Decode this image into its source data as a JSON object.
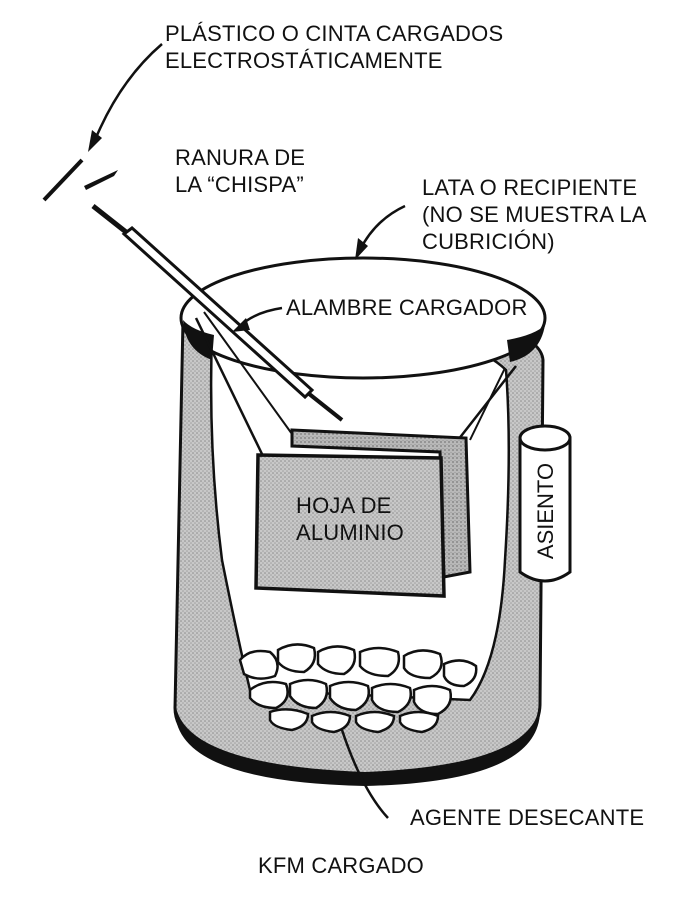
{
  "labels": {
    "plastic_line1": "PLÁSTICO O CINTA CARGADOS",
    "plastic_line2": "ELECTROSTÁTICAMENTE",
    "spark_line1": "RANURA DE",
    "spark_line2": "LA “CHISPA”",
    "can_line1": "LATA O RECIPIENTE",
    "can_line2": "(NO SE MUESTRA LA",
    "can_line3": "CUBRICIÓN)",
    "wire": "ALAMBRE CARGADOR",
    "foil_line1": "HOJA DE",
    "foil_line2": "ALUMINIO",
    "seat": "ASIENTO",
    "desiccant": "AGENTE DESECANTE",
    "caption": "KFM CARGADO"
  },
  "colors": {
    "ink": "#111111",
    "shade": "#c4c4c4",
    "shade_dark": "#9a9a9a",
    "paper": "#ffffff"
  }
}
